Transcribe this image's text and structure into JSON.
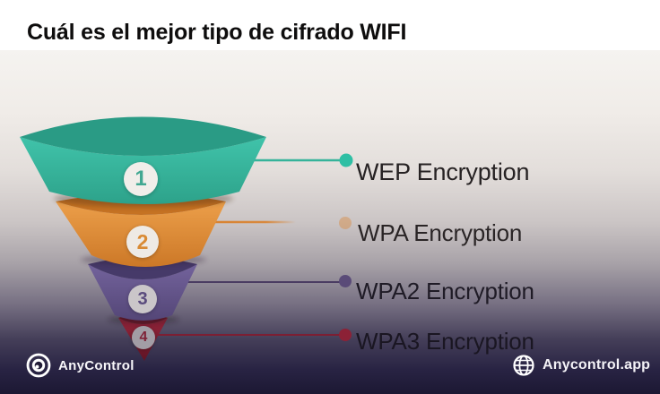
{
  "title": "Cuál es el mejor tipo de cifrado WIFI",
  "funnel": {
    "type": "funnel",
    "levels": [
      {
        "number": "1",
        "label": "WEP Encryption",
        "color": "#3abca3"
      },
      {
        "number": "2",
        "label": "WPA Encryption",
        "color": "#e8973f"
      },
      {
        "number": "3",
        "label": "WPA2 Encryption",
        "color": "#6a5a90"
      },
      {
        "number": "4",
        "label": "WPA3 Encryption",
        "color": "#8c2136"
      }
    ]
  },
  "footer": {
    "brand": "AnyControl",
    "website": "Anycontrol.app"
  },
  "colors": {
    "title_band": "#ffffff",
    "background_top": "#f5f3f0",
    "background_bottom": "#1c1833",
    "label_text": "#262223"
  }
}
